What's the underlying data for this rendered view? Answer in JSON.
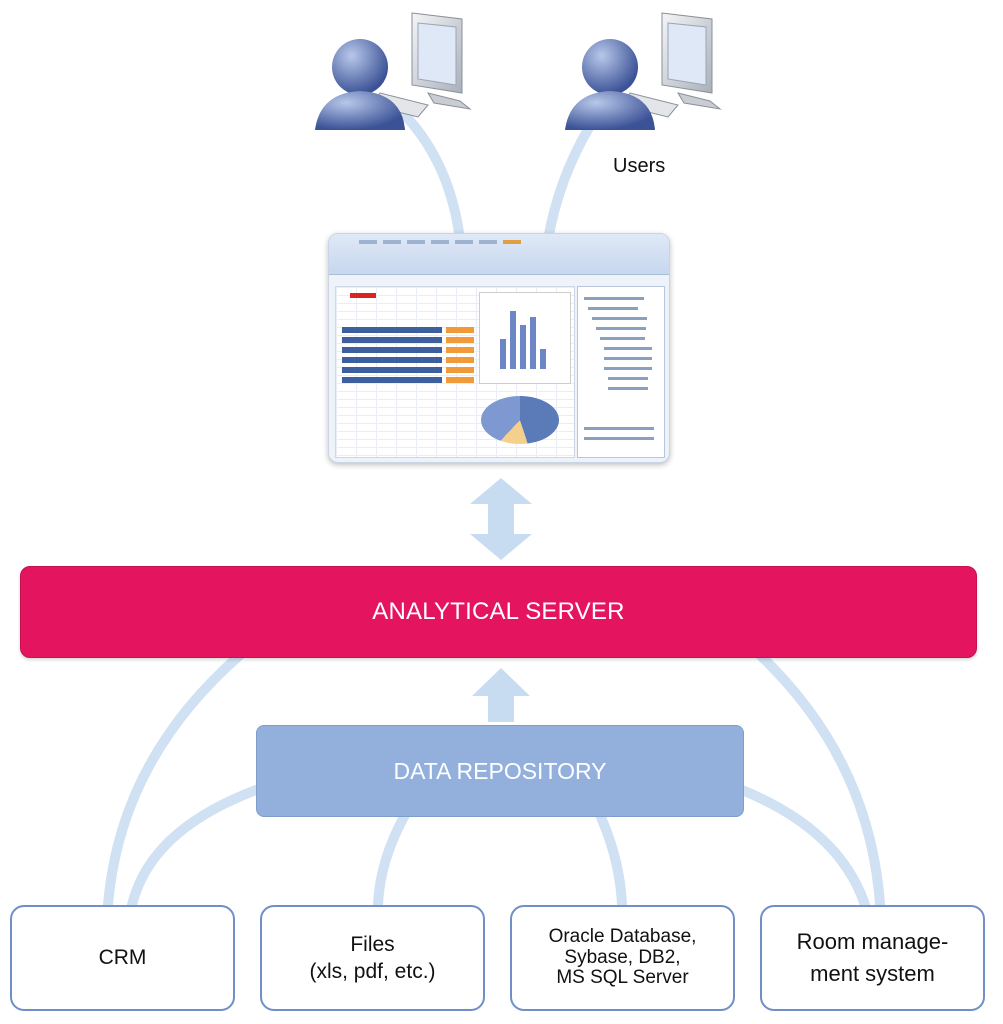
{
  "users_label": "Users",
  "analytical_server": "ANALYTICAL SERVER",
  "data_repository": "DATA REPOSITORY",
  "sources": [
    {
      "id": "crm",
      "label": "CRM"
    },
    {
      "id": "files",
      "label": "Files\n(xls, pdf, etc.)"
    },
    {
      "id": "oracle",
      "label": "Oracle Database,\nSybase, DB2,\nMS SQL Server"
    },
    {
      "id": "room",
      "label": "Room manage-\nment system"
    }
  ],
  "colors": {
    "analytical_server": "#e5145f",
    "data_repository": "#93b0dd",
    "connector": "#cfe1f2",
    "box_border": "#6f8fc6"
  }
}
